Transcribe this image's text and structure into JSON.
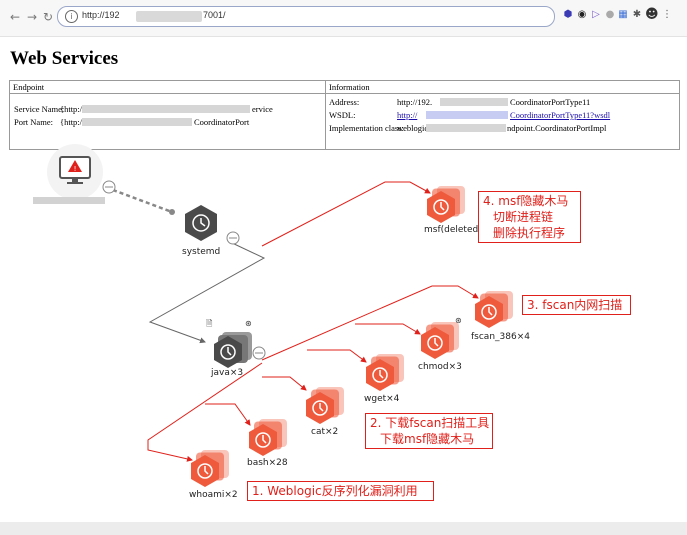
{
  "browser": {
    "url_prefix": "http://192",
    "url_suffix": "7001/",
    "back_icon": "back-arrow-icon",
    "forward_icon": "forward-arrow-icon",
    "reload_icon": "reload-icon"
  },
  "page": {
    "title": "Web Services",
    "table": {
      "headers": [
        "Endpoint",
        "Information"
      ],
      "endpoint": {
        "service_name_label": "Service Name:",
        "service_name_prefix": "{http://",
        "service_name_suffix": "ervice",
        "port_name_label": "Port Name:",
        "port_name_prefix": "{http://",
        "port_name_suffix": "CoordinatorPort"
      },
      "information": {
        "address_label": "Address:",
        "address_prefix": "http://192.",
        "address_suffix": "CoordinatorPortType11",
        "wsdl_label": "WSDL:",
        "wsdl_prefix": "http://",
        "wsdl_suffix": "CoordinatorPortType11?wsdl",
        "impl_label": "Implementation class:",
        "impl_prefix": "weblogic",
        "impl_suffix": "ndpoint.CoordinatorPortImpl"
      }
    }
  },
  "graph": {
    "nodes": {
      "systemd": "systemd",
      "java": "java×3",
      "msf": "msf(deleted)",
      "fscan": "fscan_386×4",
      "chmod": "chmod×3",
      "wget": "wget×4",
      "cat": "cat×2",
      "bash": "bash×28",
      "whoami": "whoami×2"
    },
    "annotations": {
      "step1": [
        "1. Weblogic反序列化漏洞利用"
      ],
      "step2": [
        "2. 下载fscan扫描工具",
        "下载msf隐藏木马"
      ],
      "step3": [
        "3. fscan内网扫描"
      ],
      "step4": [
        "4. msf隐藏木马",
        "切断进程链",
        "删除执行程序"
      ]
    },
    "colors": {
      "process": "#ef5a3c",
      "systemd": "#4a4a4a",
      "attack_line": "#e0201a",
      "annotation": "#e0201a"
    }
  }
}
